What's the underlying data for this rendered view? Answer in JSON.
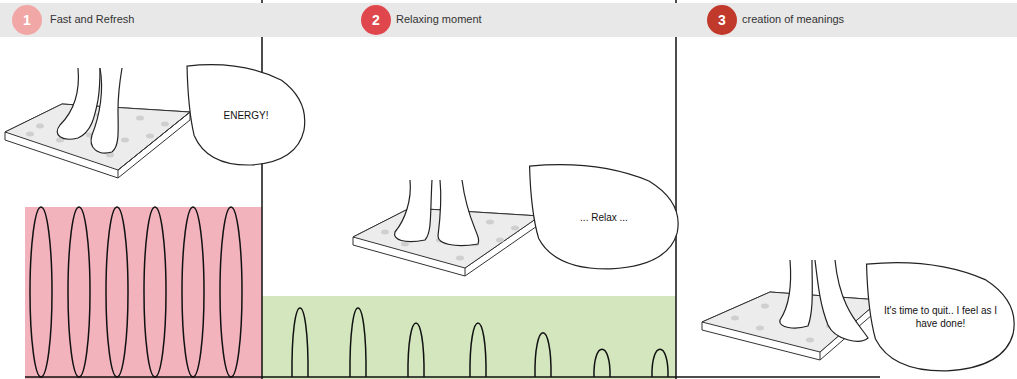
{
  "diagram": {
    "nodes": [
      {
        "text": [
          "Fast and Refresh"
        ]
      },
      {
        "text": [
          "1"
        ],
        "in": 0
      },
      {
        "text": [
          "ENERGY!"
        ]
      },
      {
        "text": [
          "Relaxing moment"
        ]
      },
      {
        "text": [
          "2"
        ],
        "in": 3
      },
      {
        "text": [
          "... Relax ..."
        ]
      },
      {
        "text": [
          "creation of meanings"
        ]
      },
      {
        "text": [
          "3"
        ],
        "in": 6
      },
      {
        "text": [
          "It's time to quit.. I feel as I have done!"
        ]
      }
    ]
  }
}
